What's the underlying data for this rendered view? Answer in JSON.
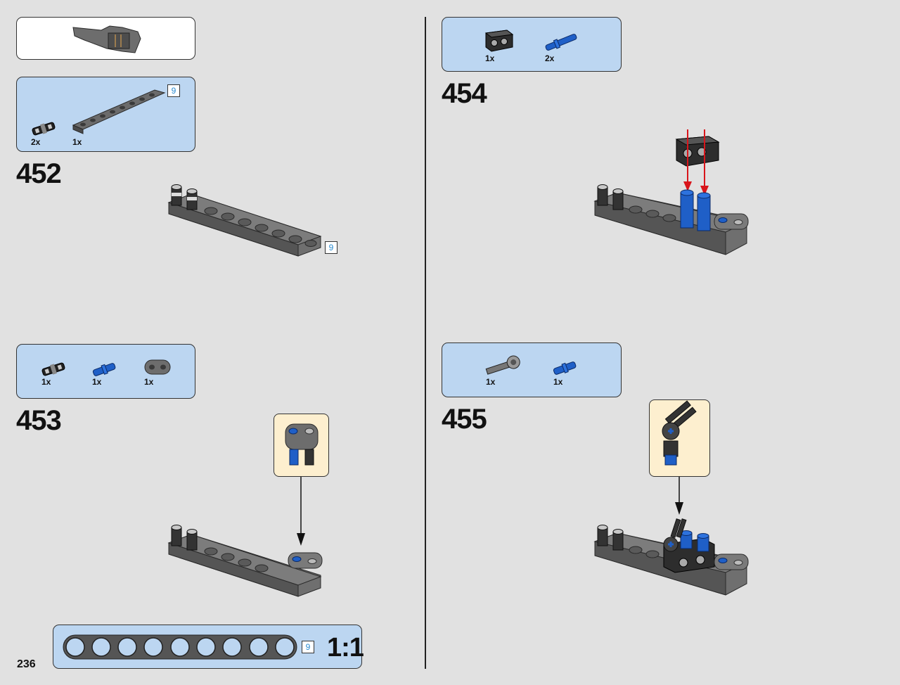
{
  "page": {
    "number": "236"
  },
  "previous_submodel": {
    "icon": "submodel-assembly-icon"
  },
  "steps": [
    {
      "number": "452",
      "parts": [
        {
          "qty": "2x",
          "icon": "friction-pin-black-icon"
        },
        {
          "qty": "1x",
          "icon": "beam-9-dark-gray-icon",
          "length_badge": "9"
        }
      ],
      "length_badge": "9"
    },
    {
      "number": "453",
      "parts": [
        {
          "qty": "1x",
          "icon": "friction-pin-black-icon"
        },
        {
          "qty": "1x",
          "icon": "axle-pin-blue-icon"
        },
        {
          "qty": "1x",
          "icon": "beam-2-dark-gray-icon"
        }
      ]
    },
    {
      "number": "454",
      "parts": [
        {
          "qty": "1x",
          "icon": "pin-connector-block-black-icon"
        },
        {
          "qty": "2x",
          "icon": "long-pin-blue-icon"
        }
      ]
    },
    {
      "number": "455",
      "parts": [
        {
          "qty": "1x",
          "icon": "axle-connector-gray-icon"
        },
        {
          "qty": "1x",
          "icon": "axle-pin-blue-icon"
        }
      ]
    }
  ],
  "scale_reference": {
    "length_badge": "9",
    "label": "1:1"
  },
  "colors": {
    "parts_box": "#bcd6f1",
    "callout": "#fdefcf",
    "beam": "#6b6b6b",
    "pin_blue": "#1f5fc7",
    "arrow_red": "#d8151b",
    "badge_text": "#2a8bd0"
  }
}
